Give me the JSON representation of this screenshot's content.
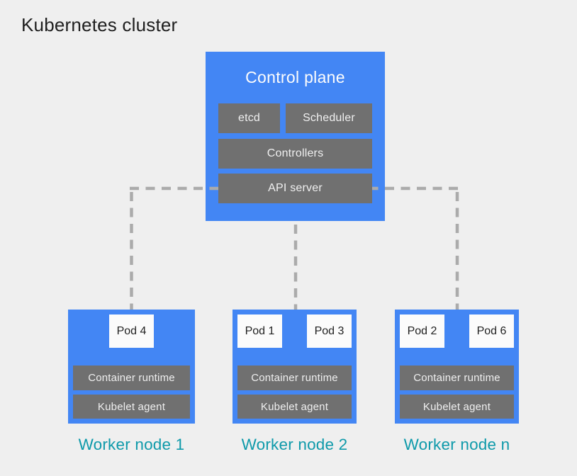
{
  "title": "Kubernetes cluster",
  "colors": {
    "background": "#EFEFEF",
    "node_blue": "#4386F4",
    "component_gray": "#707070",
    "pod_white": "#FBFBFB",
    "text_dark": "#1F1F1F",
    "text_light": "#F0F0F0",
    "worker_label_teal": "#0E9AAA",
    "connector_gray": "#ABABAB"
  },
  "control_plane": {
    "label": "Control plane",
    "components": [
      {
        "label": "etcd"
      },
      {
        "label": "Scheduler"
      },
      {
        "label": "Controllers"
      },
      {
        "label": "API server"
      }
    ]
  },
  "worker_nodes": [
    {
      "label": "Worker node 1",
      "pods": [
        "Pod 4"
      ],
      "components": [
        "Container runtime",
        "Kubelet agent"
      ]
    },
    {
      "label": "Worker node 2",
      "pods": [
        "Pod 1",
        "Pod 3"
      ],
      "components": [
        "Container runtime",
        "Kubelet agent"
      ]
    },
    {
      "label": "Worker node n",
      "pods": [
        "Pod 2",
        "Pod 6"
      ],
      "components": [
        "Container runtime",
        "Kubelet agent"
      ]
    }
  ]
}
